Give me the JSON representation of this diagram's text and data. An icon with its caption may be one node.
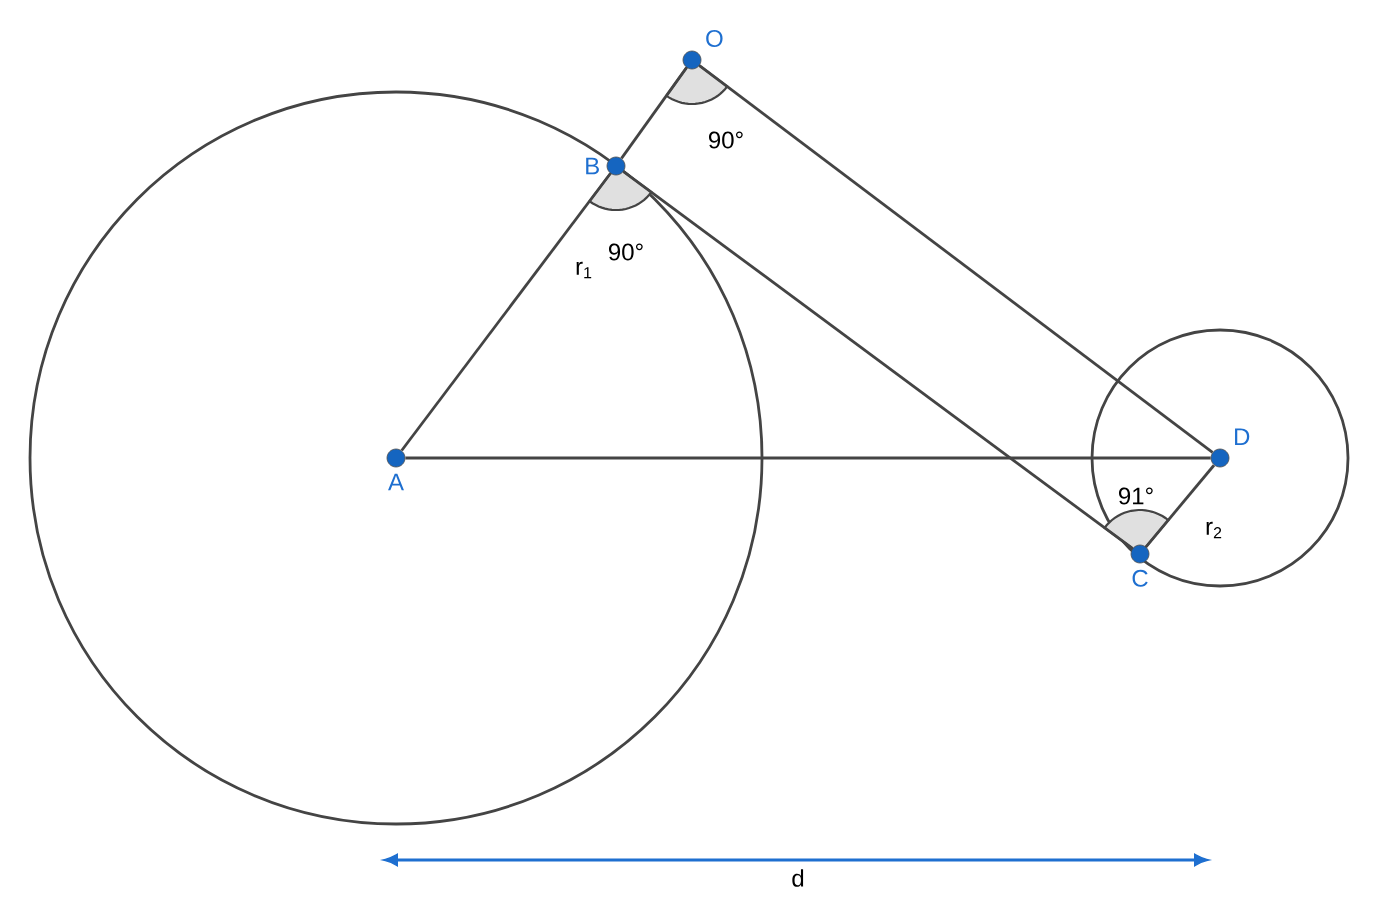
{
  "diagram": {
    "nodes": [
      {
        "text": [
          "O"
        ]
      },
      {
        "text": [
          "B"
        ]
      },
      {
        "text": [
          "A"
        ]
      },
      {
        "text": [
          "D"
        ]
      },
      {
        "text": [
          "C"
        ]
      }
    ],
    "edges": [
      {
        "from": 2,
        "to": 1,
        "arrow": "none"
      },
      {
        "from": 1,
        "to": 0,
        "arrow": "none"
      },
      {
        "from": 0,
        "to": 3,
        "arrow": "none"
      },
      {
        "from": 1,
        "to": 4,
        "arrow": "none"
      },
      {
        "from": 4,
        "to": 3,
        "arrow": "none"
      },
      {
        "from": 2,
        "to": 3,
        "arrow": "none"
      }
    ],
    "labels": [
      "90°",
      "90°",
      "r$_{1}$",
      "91°",
      "r$_{2}$",
      "d"
    ]
  }
}
